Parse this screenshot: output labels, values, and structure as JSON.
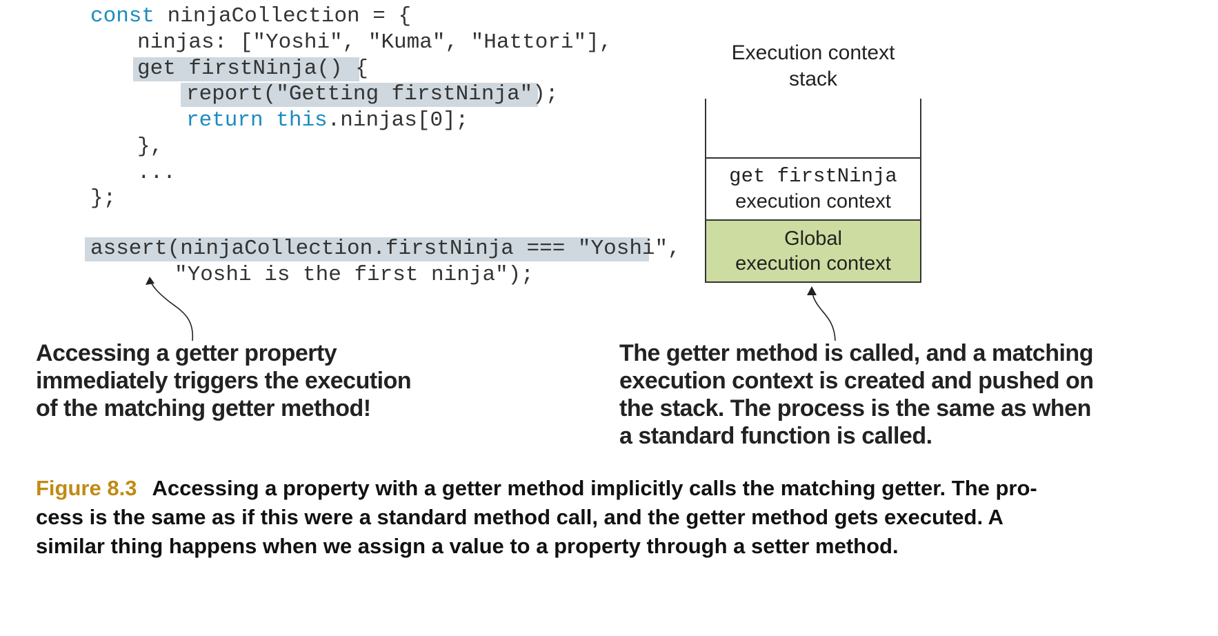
{
  "code": {
    "line1_kw": "const",
    "line1_rest": " ninjaCollection = {",
    "line2": "ninjas: [\"Yoshi\", \"Kuma\", \"Hattori\"],",
    "line3": "get firstNinja() {",
    "line4": "report(\"Getting firstNinja\");",
    "line5_kw1": "return",
    "line5_kw2": "this",
    "line5_rest": ".ninjas[0];",
    "line6": "},",
    "line7": "...",
    "line8": "};",
    "line9": "assert(ninjaCollection.firstNinja === \"Yoshi\",",
    "line10": "\"Yoshi is the first ninja\");"
  },
  "annotation_left": {
    "line1": "Accessing a getter property",
    "line2": "immediately triggers the execution",
    "line3": "of the matching getter method!"
  },
  "annotation_right": {
    "line1": "The getter method is called, and a matching",
    "line2": "execution context is created and pushed on",
    "line3": "the stack. The process is the same as when",
    "line4": "a standard function is called."
  },
  "stack": {
    "title_line1": "Execution context",
    "title_line2": "stack",
    "getter_context_line1": "get firstNinja",
    "getter_context_line2": "execution context",
    "global_context_line1": "Global",
    "global_context_line2": "execution context",
    "global_color": "#cddca0"
  },
  "caption": {
    "label": "Figure 8.3",
    "text_line1": "Accessing a property with a getter method implicitly calls the matching getter. The pro-",
    "text_line2": "cess is the same as if this were a standard method call, and the getter method gets executed. A",
    "text_line3": "similar thing happens when we assign a value to a property through a setter method."
  },
  "colors": {
    "keyword": "#1b8bbf",
    "highlight": "#cfd8de",
    "figure_label": "#c08b14"
  }
}
